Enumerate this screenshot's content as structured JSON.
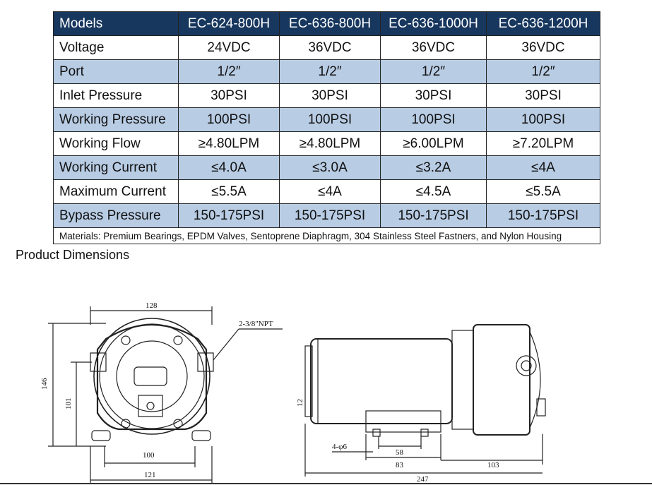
{
  "table": {
    "headers": [
      "Models",
      "EC-624-800H",
      "EC-636-800H",
      "EC-636-1000H",
      "EC-636-1200H"
    ],
    "rows": [
      {
        "label": "Voltage",
        "values": [
          "24VDC",
          "36VDC",
          "36VDC",
          "36VDC"
        ]
      },
      {
        "label": "Port",
        "values": [
          "1/2″",
          "1/2″",
          "1/2″",
          "1/2″"
        ]
      },
      {
        "label": "Inlet Pressure",
        "values": [
          "30PSI",
          "30PSI",
          "30PSI",
          "30PSI"
        ]
      },
      {
        "label": "Working Pressure",
        "values": [
          "100PSI",
          "100PSI",
          "100PSI",
          "100PSI"
        ]
      },
      {
        "label": "Working Flow",
        "values": [
          "≥4.80LPM",
          "≥4.80LPM",
          "≥6.00LPM",
          "≥7.20LPM"
        ]
      },
      {
        "label": "Working Current",
        "values": [
          "≤4.0A",
          "≤3.0A",
          "≤3.2A",
          "≤4A"
        ]
      },
      {
        "label": "Maximum Current",
        "values": [
          "≤5.5A",
          "≤4A",
          "≤4.5A",
          "≤5.5A"
        ]
      },
      {
        "label": "Bypass Pressure",
        "values": [
          "150-175PSI",
          "150-175PSI",
          "150-175PSI",
          "150-175PSI"
        ]
      }
    ],
    "note": "Materials: Premium Bearings, EPDM Valves, Sentoprene Diaphragm, 304 Stainless Steel Fastners, and Nylon Housing"
  },
  "section_title": "Product Dimensions",
  "drawing": {
    "front": {
      "width_top": "128",
      "port_note": "2-3/8″NPT",
      "height_total": "146",
      "height_mount": "101",
      "base_inner": "100",
      "base_outer": "121"
    },
    "side": {
      "holes": "4-φ6",
      "dim_58": "58",
      "dim_83": "83",
      "dim_103": "103",
      "dim_247": "247",
      "side_mark": "12"
    }
  },
  "colors": {
    "header_bg": "#17375e",
    "shade_bg": "#b8cce4"
  }
}
